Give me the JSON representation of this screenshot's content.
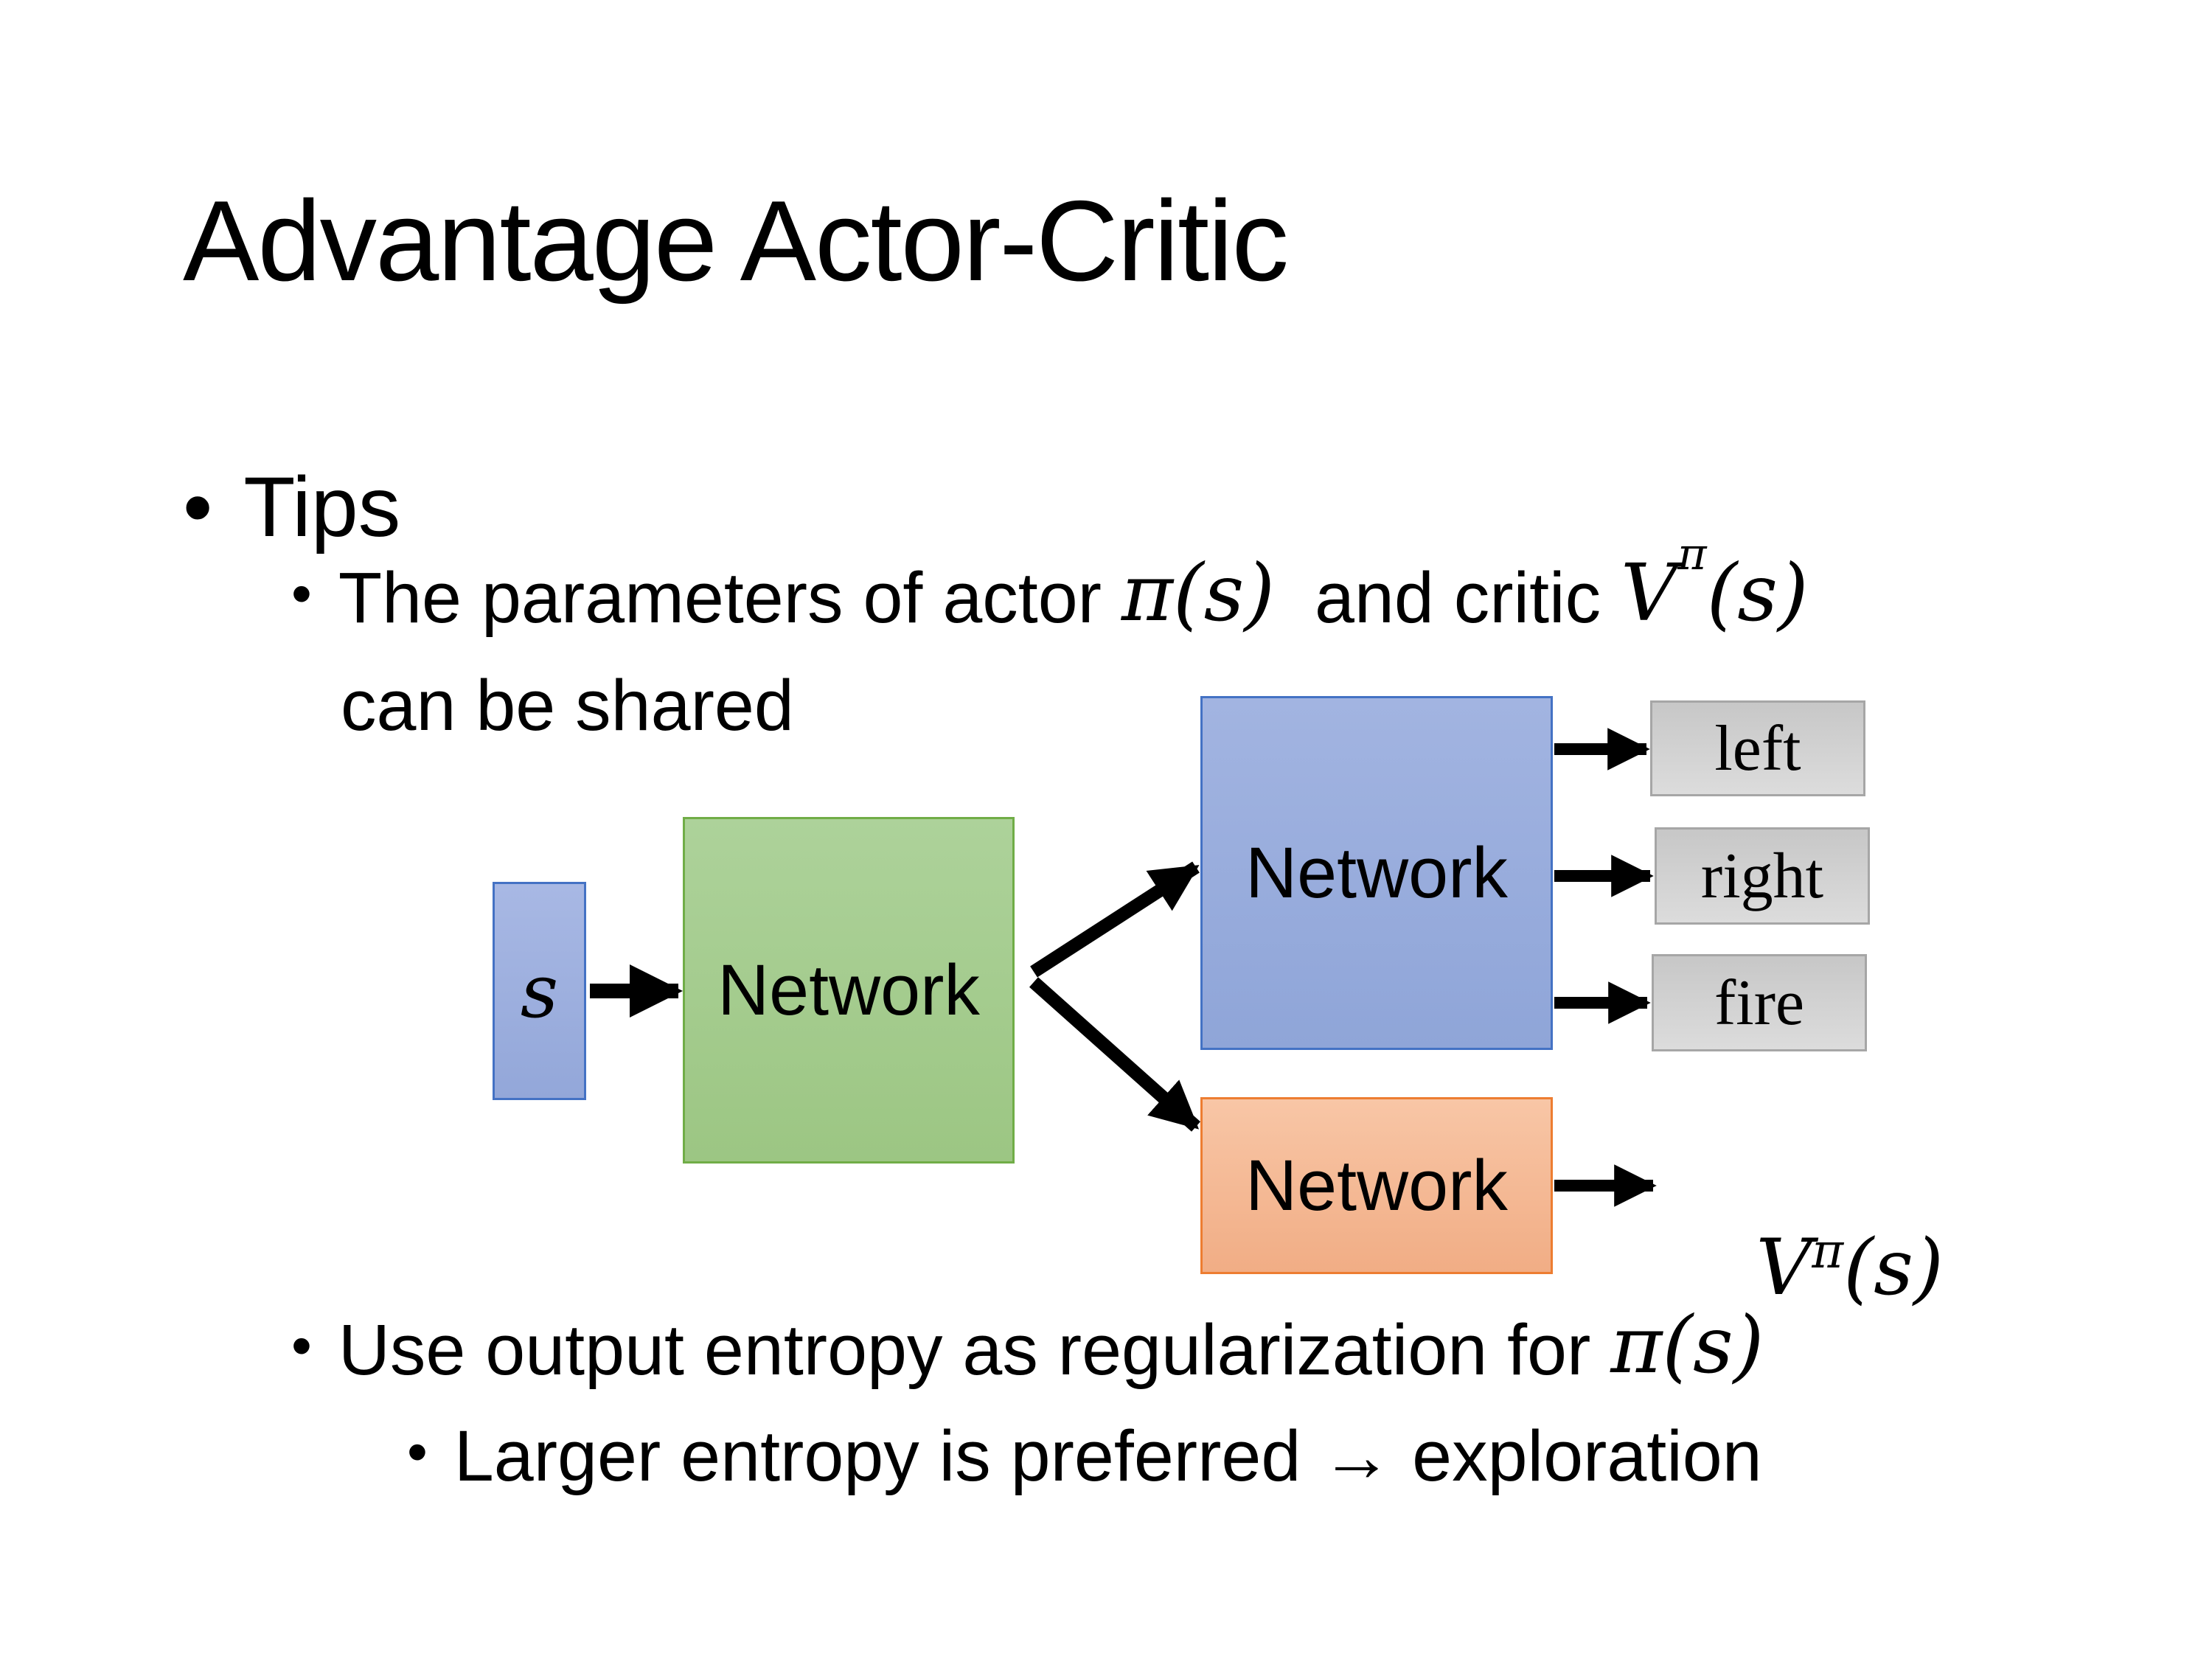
{
  "slide": {
    "title": "Advantage Actor-Critic",
    "bullet_glyph": "•",
    "bullets": {
      "tips_label": "Tips",
      "b1_text_pre": "The parameters of actor ",
      "b1_math_actor": "π(s)",
      "b1_text_mid": "  and critic ",
      "b1_math_critic_base": "V",
      "b1_math_critic_sup": "π",
      "b1_math_critic_arg": "(s)",
      "b1_line2": "can be shared",
      "b2_text_pre": "Use output entropy as regularization for ",
      "b2_math": "π(s)",
      "b3_text": "Larger entropy is preferred → exploration"
    }
  },
  "diagram": {
    "state_label": "s",
    "shared_network_label": "Network",
    "actor_network_label": "Network",
    "critic_network_label": "Network",
    "action_labels": [
      "left",
      "right",
      "fire"
    ],
    "critic_output_base": "V",
    "critic_output_sup": "π",
    "critic_output_arg": "(s)",
    "colors": {
      "state_fill": "#9DB1DF",
      "state_border": "#4472C4",
      "shared_fill": "#A5CD8F",
      "shared_border": "#70AD47",
      "actor_fill": "#98ACDC",
      "actor_border": "#4472C4",
      "critic_fill": "#F5BA96",
      "critic_border": "#ED7D31",
      "action_fill": "#D1D1D1",
      "action_border": "#A6A6A6",
      "arrow": "#000000",
      "text": "#000000",
      "background": "#FFFFFF"
    }
  }
}
